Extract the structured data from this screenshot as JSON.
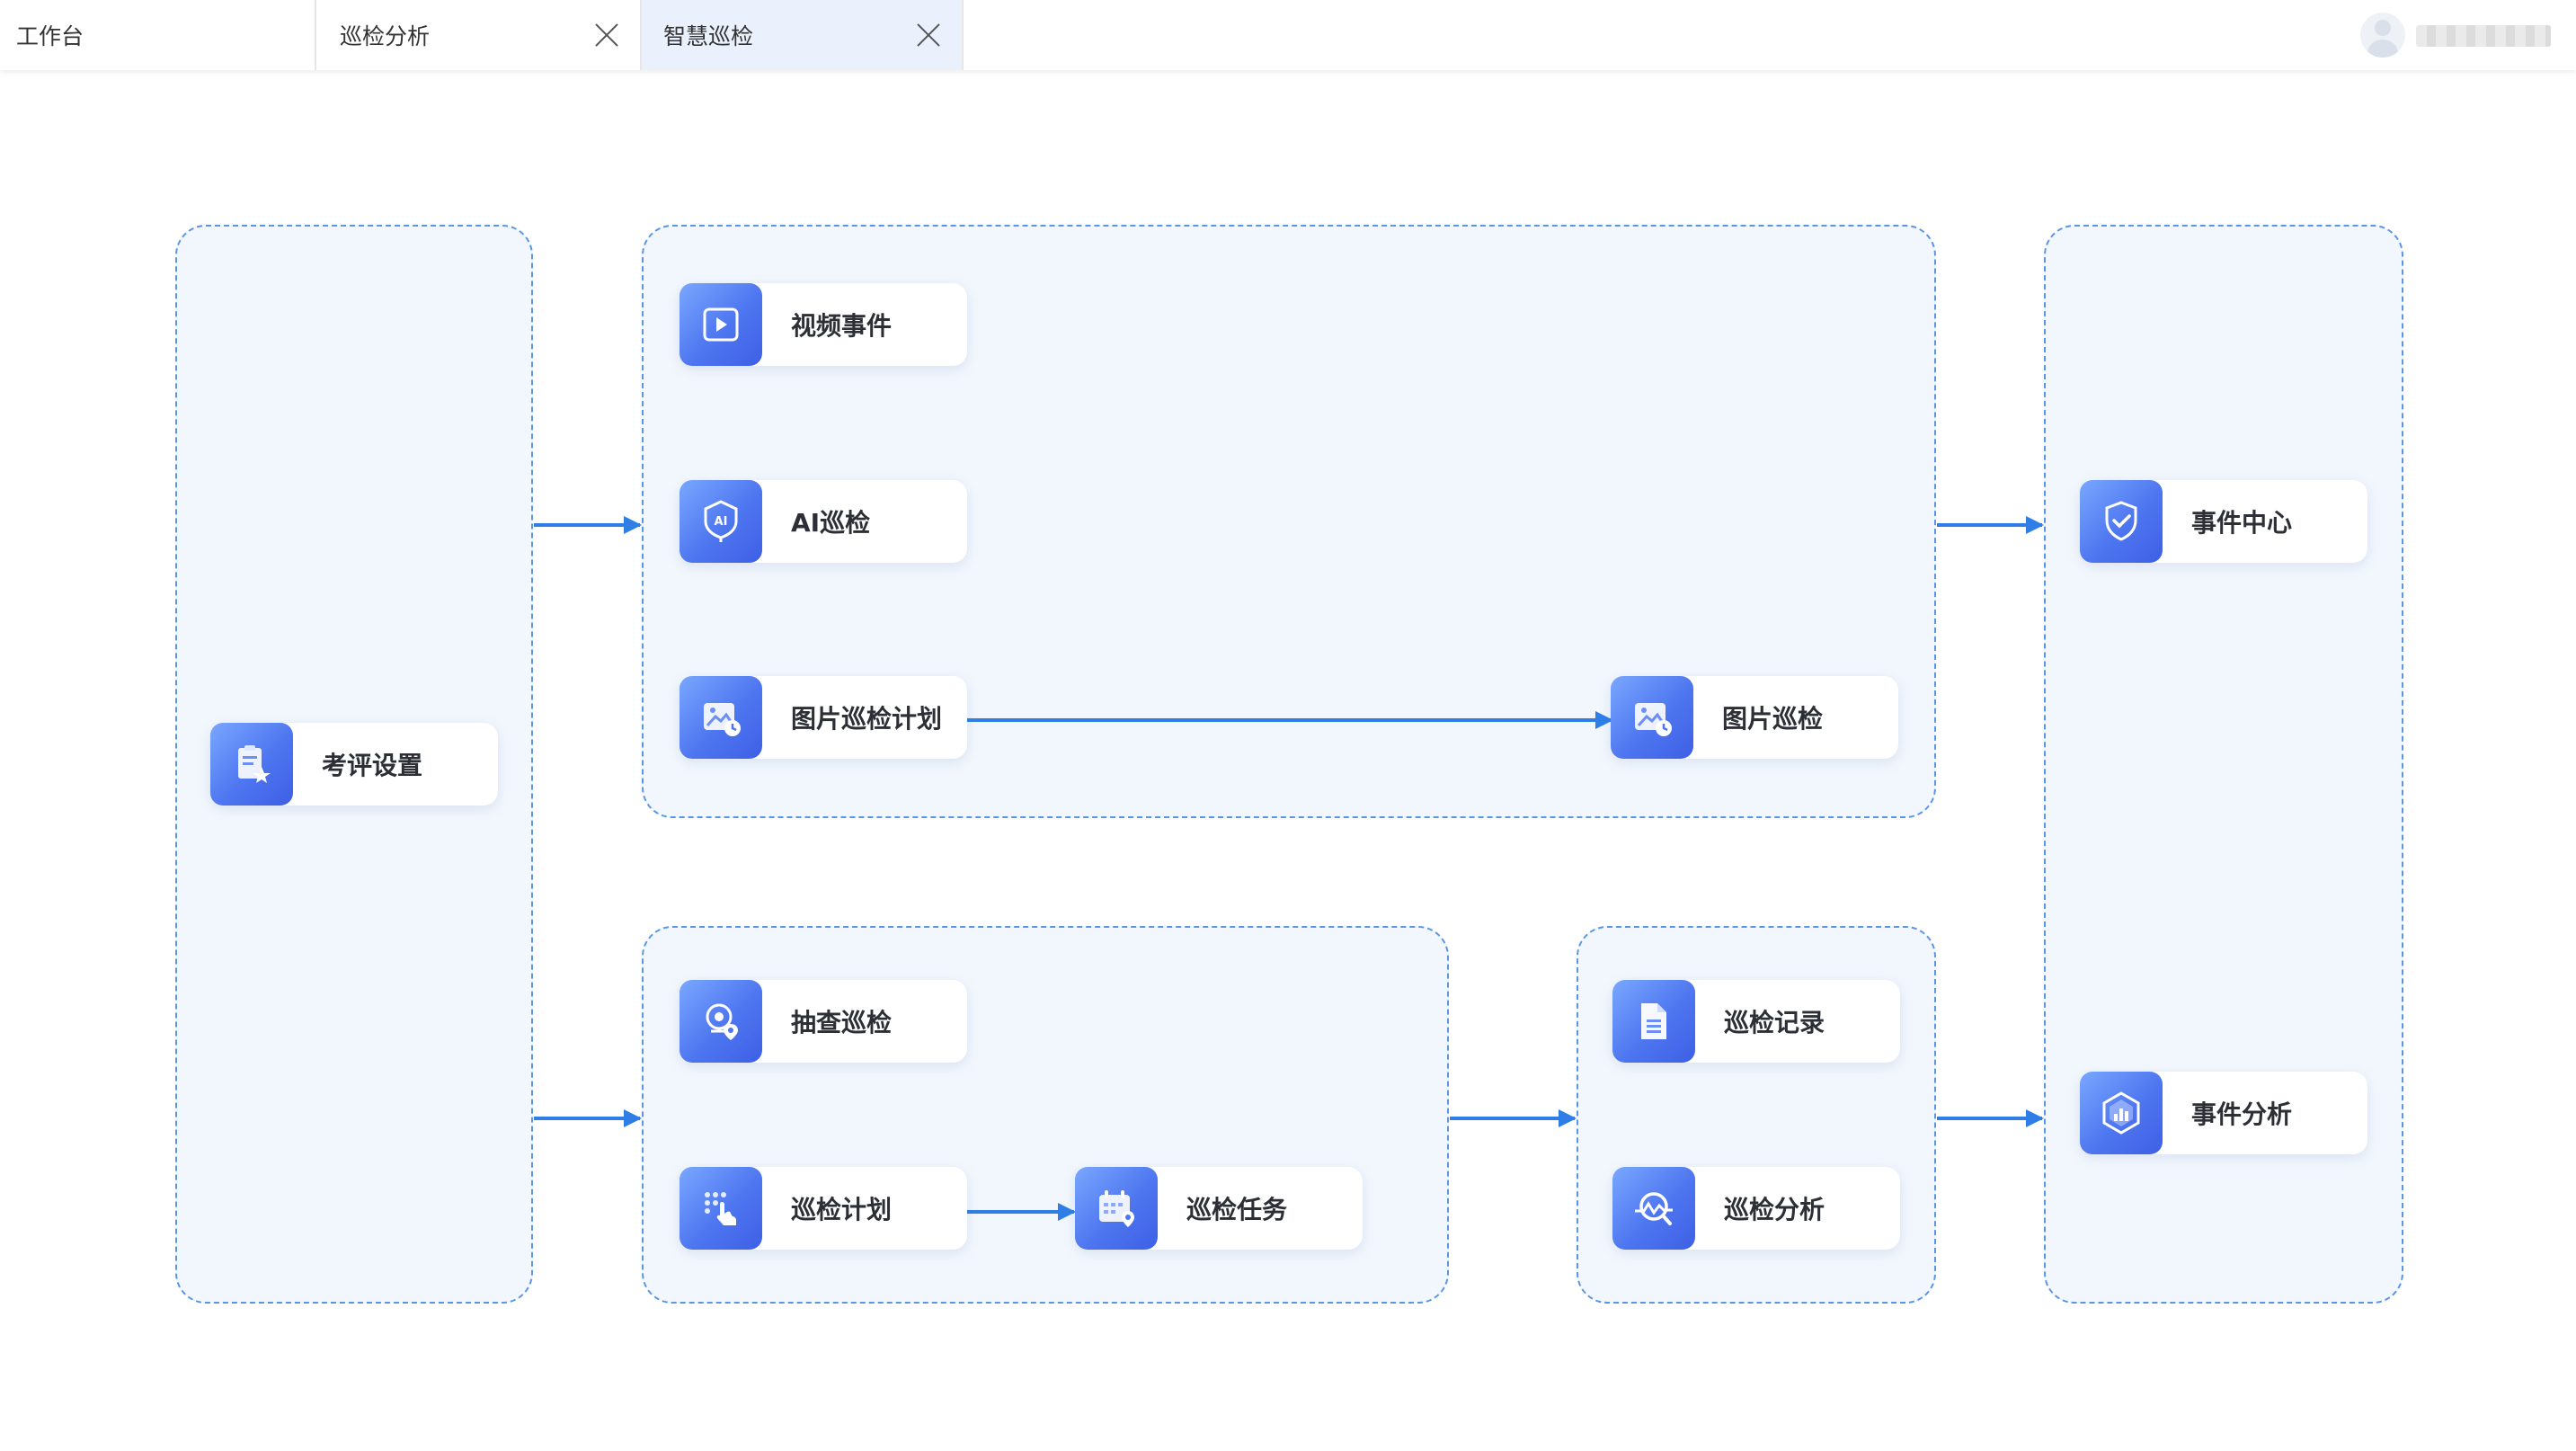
{
  "tabs": [
    {
      "label": "工作台"
    },
    {
      "label": "巡检分析"
    },
    {
      "label": "智慧巡检"
    }
  ],
  "nodes": {
    "kaoping": "考评设置",
    "shipin": "视频事件",
    "ai": "AI巡检",
    "tupian_plan": "图片巡检计划",
    "tupian": "图片巡检",
    "choucha": "抽查巡检",
    "plan": "巡检计划",
    "task": "巡检任务",
    "record": "巡检记录",
    "analysis": "巡检分析",
    "event_center": "事件中心",
    "event_analysis": "事件分析"
  },
  "colors": {
    "accent": "#2f7ee8",
    "group_border": "#5b95e6",
    "group_fill": "#f2f7fd",
    "active_tab": "#eaf1fd"
  },
  "icons": {
    "kaoping": "clipboard-star-icon",
    "shipin": "video-play-icon",
    "ai": "ai-shield-icon",
    "tupian_plan": "image-clock-icon",
    "tupian": "image-clock-icon",
    "choucha": "webcam-location-icon",
    "plan": "touch-grid-icon",
    "task": "calendar-pin-icon",
    "record": "document-icon",
    "analysis": "magnify-chart-icon",
    "event_center": "shield-check-icon",
    "event_analysis": "hex-bar-chart-icon"
  }
}
